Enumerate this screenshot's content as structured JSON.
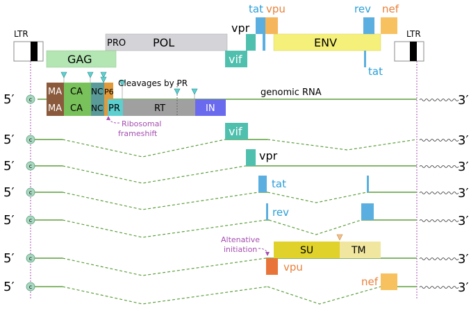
{
  "ltr_label": "LTR",
  "genes": {
    "pro": "PRO",
    "pol": "POL",
    "gag": "GAG",
    "vif": "vif",
    "vpr": "vpr",
    "tat": "tat",
    "vpu": "vpu",
    "env": "ENV",
    "rev": "rev",
    "nef": "nef"
  },
  "gag_pol_domains": {
    "ma": "MA",
    "ca": "CA",
    "nc": "NC",
    "p6": "P6",
    "pr": "PR",
    "rt": "RT",
    "in": "IN"
  },
  "env_domains": {
    "su": "SU",
    "tm": "TM"
  },
  "annotations": {
    "cleavages": "Cleavages by PR",
    "genomic_rna": "genomic RNA",
    "frameshift_line1": "Ribosomal",
    "frameshift_line2": "frameshift",
    "alt_init_line1": "Altenative",
    "alt_init_line2": "initiation"
  },
  "rna": {
    "five_prime": "5′",
    "three_prime": "3′",
    "cap": "c"
  },
  "colors": {
    "gag": "#b3e6b3",
    "pol": "#d3d3d8",
    "vif": "#4fbfae",
    "vpr": "#4fbfae",
    "tat": "#5baee0",
    "vpu": "#f5b55a",
    "vpu_dark": "#e8743a",
    "env": "#f5f07a",
    "rev": "#5baee0",
    "nef": "#f7c160",
    "ma": "#8b5a3c",
    "ca": "#79c15a",
    "nc": "#5a9b9a",
    "p6": "#e09a3c",
    "pr": "#5ecfcf",
    "rt": "#a0a0a0",
    "in": "#6a6aee",
    "su": "#e0d22a",
    "tm": "#f0e6a0",
    "rna_line": "#5a9e3a",
    "purple": "#a44eb0",
    "blue_text": "#2a9ed8",
    "orange_text": "#e8803a"
  }
}
